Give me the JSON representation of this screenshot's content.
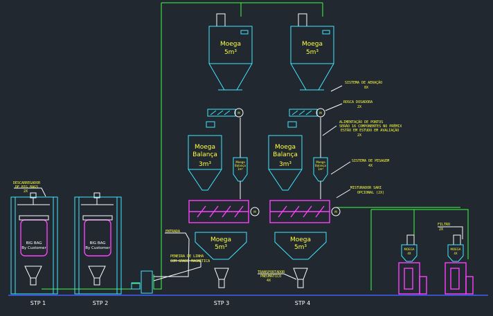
{
  "hopper_top": {
    "title": "Moega",
    "volume": "5m³"
  },
  "hopper_scale": {
    "title_1": "Moega",
    "title_2": "Balança",
    "volume": "3m³"
  },
  "hopper_bottom": {
    "title": "Moega",
    "volume": "5m³"
  },
  "small_scale": {
    "line1": "Moega",
    "line2": "Balança",
    "line3": "1m³"
  },
  "motor_symbol": "M",
  "big_bag": {
    "line1": "BIG BAG",
    "line2": "By Customer"
  },
  "stations": [
    "STP 1",
    "STP 2",
    "STP 3",
    "STP 4"
  ],
  "callouts": {
    "descarregador": {
      "line1": "DESCARREGADOR",
      "line2": "DE BIG BAGS",
      "line3": "2X"
    },
    "sistema_aeracao": {
      "line1": "SISTEMA DE AERAÇÃO",
      "line2": "8X"
    },
    "rosca_dosadora": {
      "line1": "ROSCA DOSADORA",
      "line2": "2X"
    },
    "alimentacao": {
      "line1": "ALIMENTAÇÃO DE PONTOS",
      "line2": "SERÃO 16 COMPONENTES NO PRÉMIX",
      "line3": "ESTÃO EM ESTUDO EM AVALIAÇÃO",
      "line4": "2X"
    },
    "sistema_pesagem": {
      "line1": "SISTEMA DE PESAGEM",
      "line2": "4X"
    },
    "misturador": {
      "line1": "MISTURADOR SARI",
      "line2": "OPCIONAL (2X)"
    },
    "transportador": {
      "line1": "TRANSPORTADOR",
      "line2": "PNEUMÁTICO",
      "line3": "4X"
    },
    "peneira": {
      "line1": "PENEIRA DE LINHA",
      "line2": "COM GRADE MAGNÉTICA"
    },
    "entrada": {
      "line1": "ENTRADA"
    },
    "filtro": {
      "line1": "FILTRO",
      "line2": "2X"
    }
  },
  "small_unit": {
    "title": "MOEGA",
    "count": "4X"
  },
  "colors": {
    "background": "#212830",
    "pipe": "#40ff40",
    "equipment": "#40e8ff",
    "mixer": "#ff40ff",
    "labels": "#ffff40",
    "floor": "#4060ff"
  }
}
